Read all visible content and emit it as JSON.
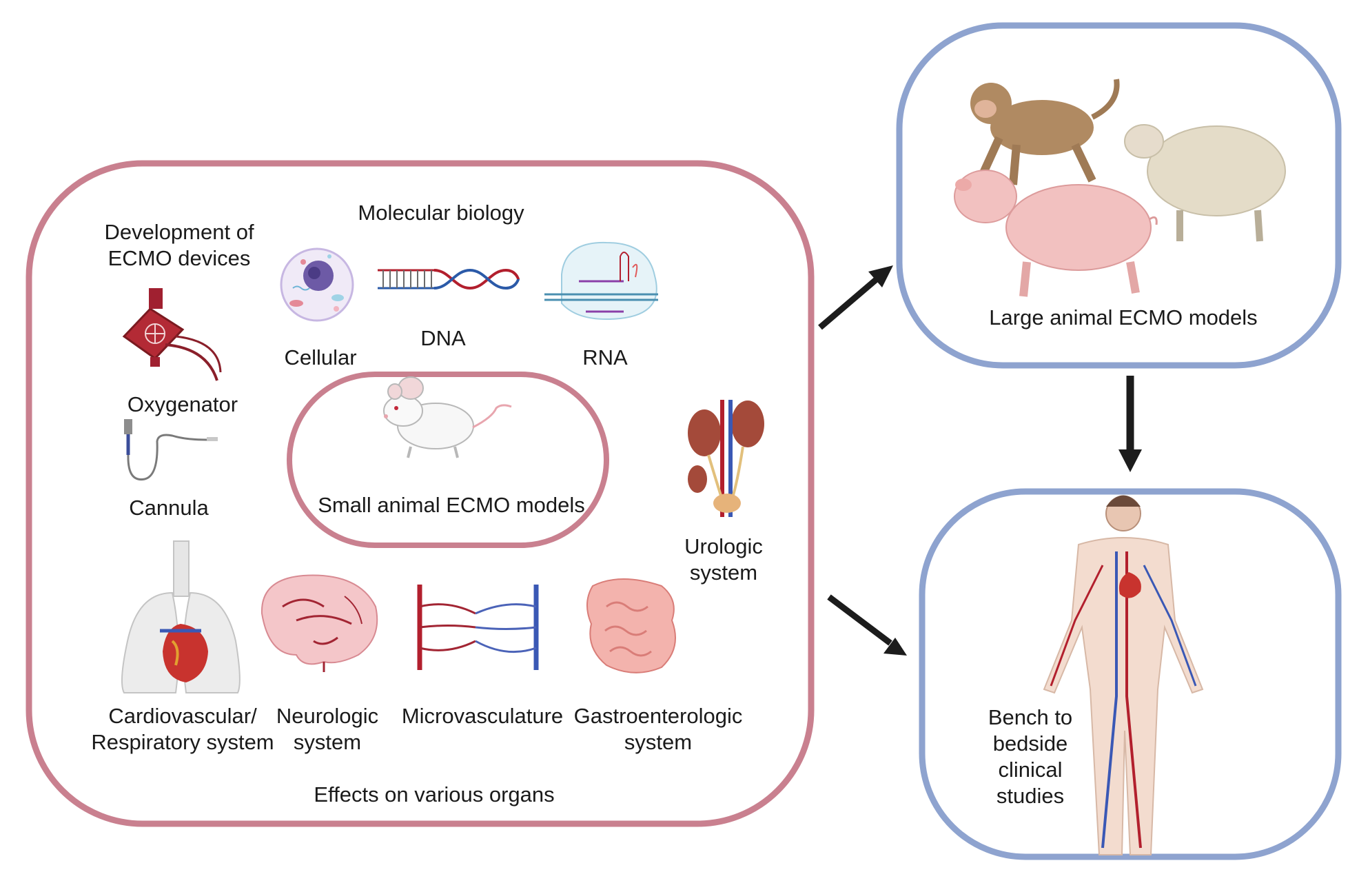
{
  "colors": {
    "small_frame": "#c9808f",
    "large_frame": "#8ea3cf",
    "arrow": "#1c1c1c",
    "artery_red": "#b21f2d",
    "vein_blue": "#3a58b5",
    "text": "#1a1a1a"
  },
  "labels": {
    "molecular_biology": "Molecular biology",
    "development": "Development of\nECMO devices",
    "oxygenator": "Oxygenator",
    "cannula": "Cannula",
    "cellular": "Cellular",
    "dna": "DNA",
    "rna": "RNA",
    "small_animal": "Small animal ECMO models",
    "urologic": "Urologic\nsystem",
    "cardio": "Cardiovascular/\nRespiratory system",
    "neurologic": "Neurologic\nsystem",
    "microvasculature": "Microvasculature",
    "gastro": "Gastroenterologic\nsystem",
    "effects": "Effects on various organs",
    "large_animal": "Large animal ECMO models",
    "bench": "Bench to\nbedside\nclinical\nstudies"
  },
  "icons": [
    "ecmo-oxygenator-icon",
    "cannula-icon",
    "cell-icon",
    "dna-helix-icon",
    "rna-structure-icon",
    "mouse-icon",
    "kidney-urinary-icon",
    "lungs-heart-icon",
    "brain-icon",
    "microvasculature-icon",
    "intestine-icon",
    "monkey-icon",
    "sheep-icon",
    "pig-icon",
    "human-circulatory-icon"
  ]
}
